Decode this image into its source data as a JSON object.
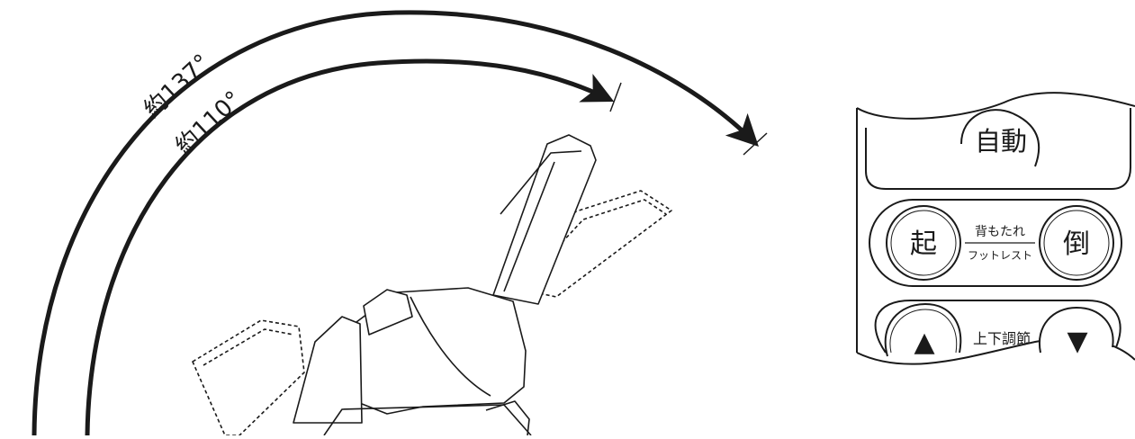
{
  "angles": {
    "outer_label": "約137°",
    "inner_label": "約110°"
  },
  "remote": {
    "auto_button": "自動",
    "rise_button": "起",
    "recline_button": "倒",
    "recline_label_top": "背もたれ",
    "recline_label_bottom": "フットレスト",
    "up_button_glyph": "▲",
    "down_button_glyph": "▼",
    "height_adjust_label": "上下調節"
  },
  "colors": {
    "ink": "#1a1a1a",
    "background": "#ffffff"
  }
}
